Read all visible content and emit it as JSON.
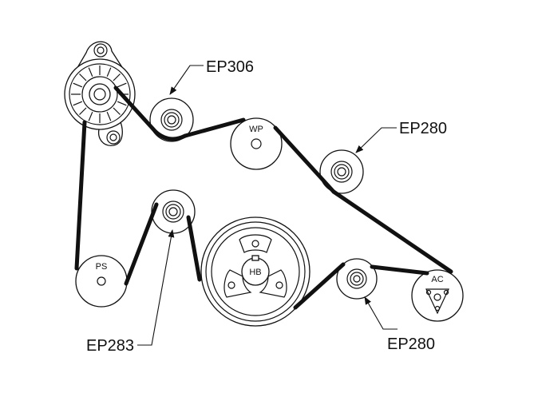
{
  "colors": {
    "line": "#111111",
    "background": "#ffffff"
  },
  "pulleys": {
    "alternator": {
      "icon": "alternator-icon"
    },
    "water_pump": {
      "label": "WP"
    },
    "power_steering": {
      "label": "PS"
    },
    "harmonic_balancer": {
      "label": "HB"
    },
    "air_conditioning": {
      "label": "AC"
    }
  },
  "callouts": {
    "top_idler": {
      "label": "EP306"
    },
    "right_idler": {
      "label": "EP280"
    },
    "left_idler": {
      "label": "EP283"
    },
    "bottom_idler": {
      "label": "EP280"
    }
  }
}
